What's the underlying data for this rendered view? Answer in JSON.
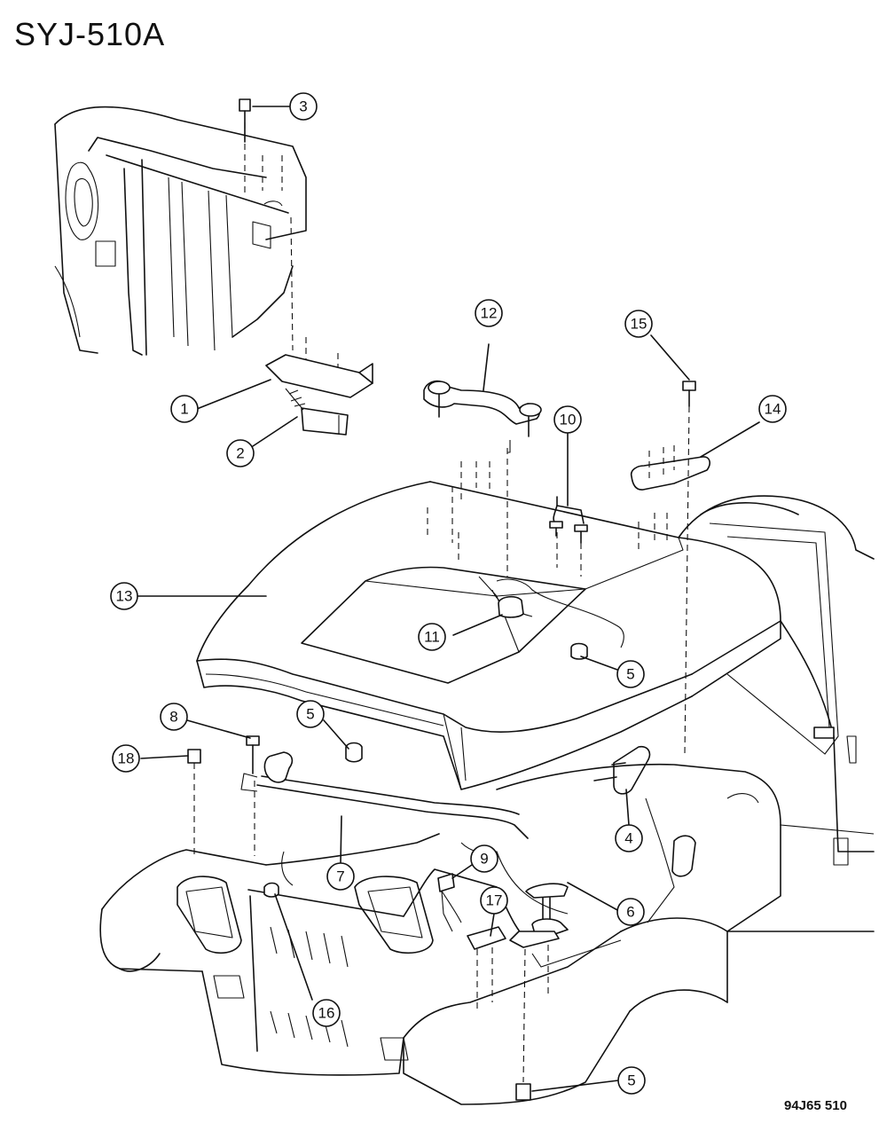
{
  "title": "SYJ-510A",
  "figure_code": "94J65 510",
  "callouts": [
    {
      "id": "c1",
      "label": "1"
    },
    {
      "id": "c2",
      "label": "2"
    },
    {
      "id": "c3",
      "label": "3"
    },
    {
      "id": "c4",
      "label": "4"
    },
    {
      "id": "c5a",
      "label": "5"
    },
    {
      "id": "c5b",
      "label": "5"
    },
    {
      "id": "c5c",
      "label": "5"
    },
    {
      "id": "c6",
      "label": "6"
    },
    {
      "id": "c7",
      "label": "7"
    },
    {
      "id": "c8",
      "label": "8"
    },
    {
      "id": "c9",
      "label": "9"
    },
    {
      "id": "c10",
      "label": "10"
    },
    {
      "id": "c11",
      "label": "11"
    },
    {
      "id": "c12",
      "label": "12"
    },
    {
      "id": "c13",
      "label": "13"
    },
    {
      "id": "c14",
      "label": "14"
    },
    {
      "id": "c15",
      "label": "15"
    },
    {
      "id": "c16",
      "label": "16"
    },
    {
      "id": "c17",
      "label": "17"
    },
    {
      "id": "c18",
      "label": "18"
    }
  ]
}
